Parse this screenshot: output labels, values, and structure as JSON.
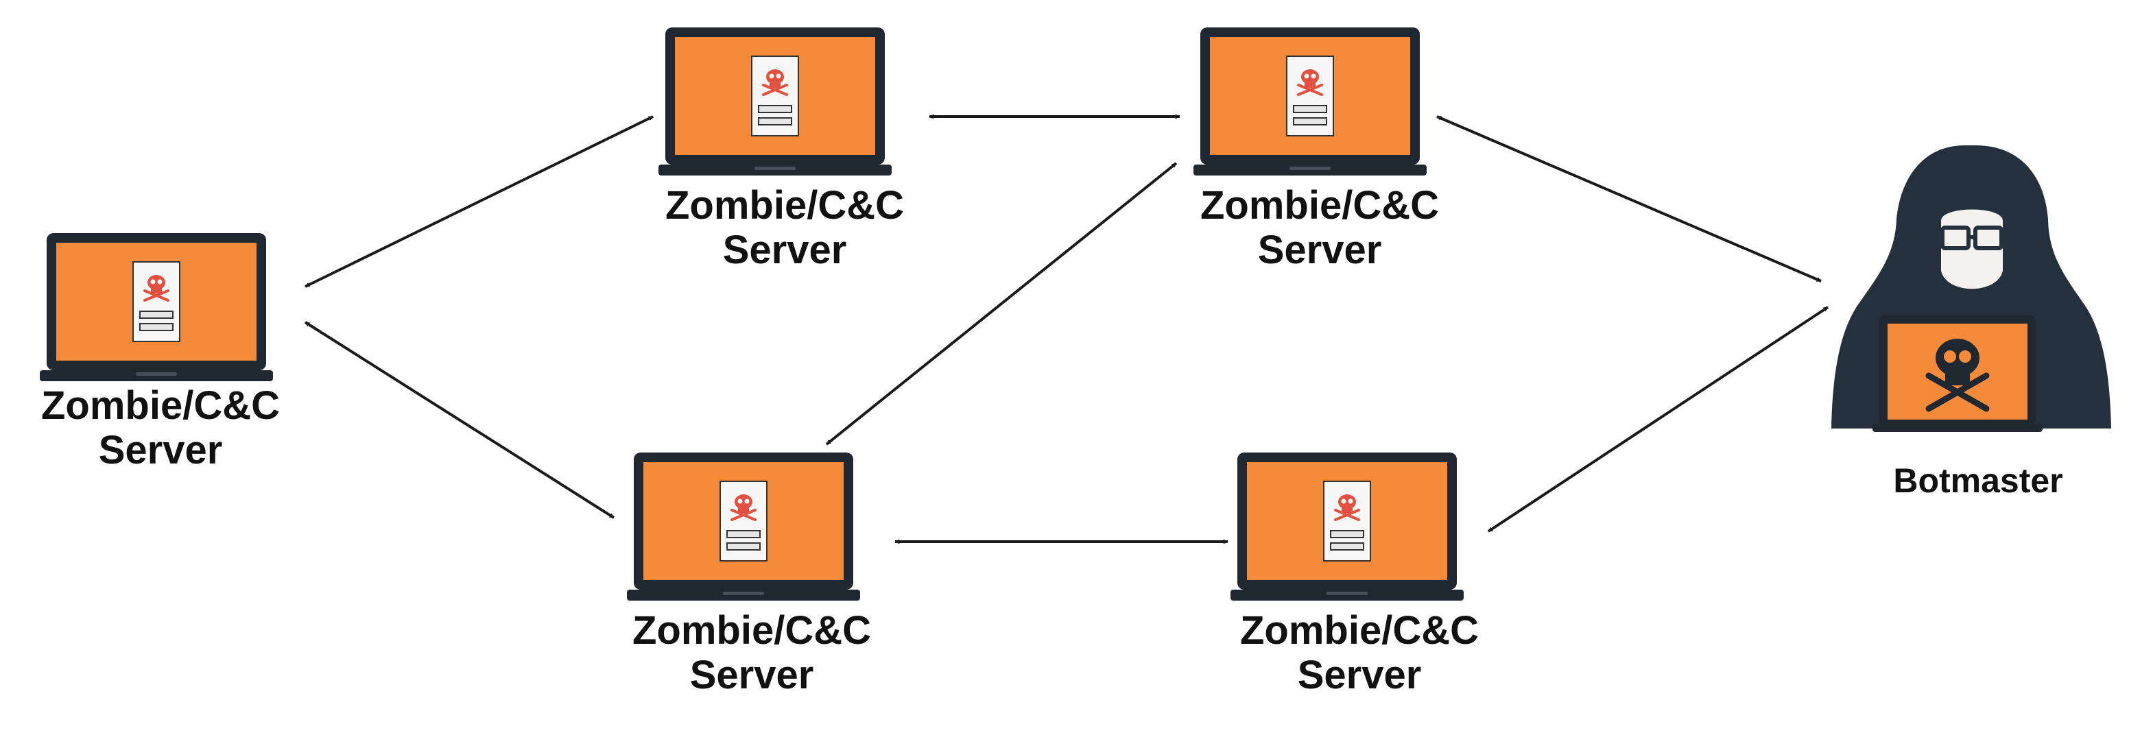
{
  "nodes": [
    {
      "id": "zombie-left",
      "label_line1": "Zombie/C&C",
      "label_line2": "Server"
    },
    {
      "id": "zombie-top-middle",
      "label_line1": "Zombie/C&C",
      "label_line2": "Server"
    },
    {
      "id": "zombie-top-right",
      "label_line1": "Zombie/C&C",
      "label_line2": "Server"
    },
    {
      "id": "zombie-bottom-middle",
      "label_line1": "Zombie/C&C",
      "label_line2": "Server"
    },
    {
      "id": "zombie-bottom-right",
      "label_line1": "Zombie/C&C",
      "label_line2": "Server"
    }
  ],
  "botmaster": {
    "label": "Botmaster"
  },
  "connections": [
    {
      "from": "zombie-left",
      "to": "zombie-top-middle",
      "direction": "bidirectional"
    },
    {
      "from": "zombie-left",
      "to": "zombie-bottom-middle",
      "direction": "bidirectional"
    },
    {
      "from": "zombie-top-middle",
      "to": "zombie-top-right",
      "direction": "bidirectional"
    },
    {
      "from": "zombie-bottom-middle",
      "to": "zombie-top-right",
      "direction": "bidirectional"
    },
    {
      "from": "zombie-bottom-middle",
      "to": "zombie-bottom-right",
      "direction": "bidirectional"
    },
    {
      "from": "zombie-top-right",
      "to": "botmaster",
      "direction": "bidirectional"
    },
    {
      "from": "zombie-bottom-right",
      "to": "botmaster",
      "direction": "bidirectional"
    }
  ],
  "colors": {
    "screen": "#F58A3A",
    "laptop_frame": "#1F2730",
    "hood": "#24313D",
    "skull_icon": "#E2503F",
    "arrow": "#1A1A1A",
    "text": "#111111"
  },
  "icons": {
    "zombie": "laptop-with-skull-document-icon",
    "botmaster": "hooded-hacker-with-laptop-icon"
  }
}
